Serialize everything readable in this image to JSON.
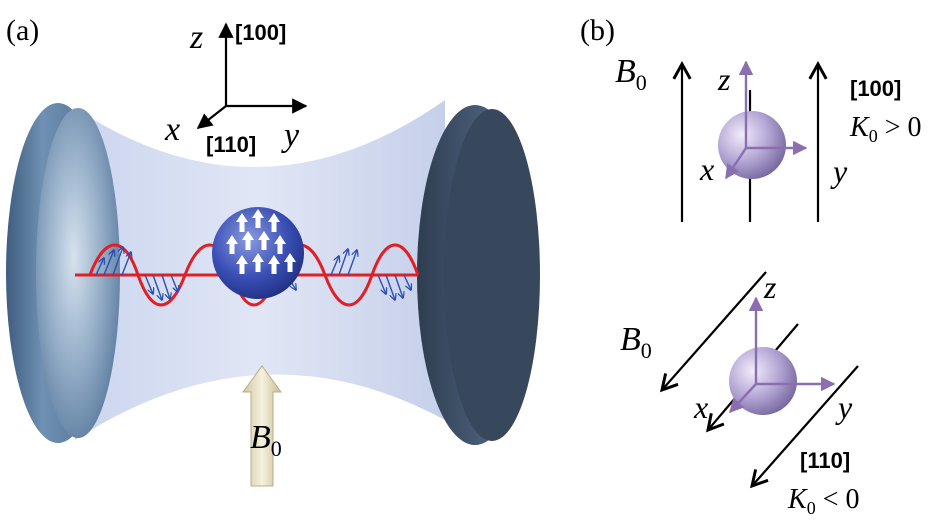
{
  "panel_a": {
    "label": "(a)",
    "axis_z": "z",
    "axis_x": "x",
    "axis_y": "y",
    "dir_z": "[100]",
    "dir_x": "[110]",
    "field_letter": "B",
    "field_sub": "0"
  },
  "panel_b_top": {
    "label": "(b)",
    "field_letter": "B",
    "field_sub": "0",
    "axis_z": "z",
    "axis_x": "x",
    "axis_y": "y",
    "dir": "[100]",
    "k_letter": "K",
    "k_sub": "0",
    "k_rel": " > 0"
  },
  "panel_b_bottom": {
    "field_letter": "B",
    "field_sub": "0",
    "axis_z": "z",
    "axis_x": "x",
    "axis_y": "y",
    "dir": "[110]",
    "k_letter": "K",
    "k_sub": "0",
    "k_rel": " < 0"
  },
  "colors": {
    "mirror_left": "#4a6c8e",
    "mirror_right": "#3c4f66",
    "beam": "#cdd6f0",
    "wave": "#e01f26",
    "spin_arrows": "#2a4fb0",
    "sphere": "#2b3f9e",
    "field_arrow": "#e9e2c4",
    "axis_purple": "#8a6fb0",
    "small_sphere": "#b5a8d4"
  }
}
